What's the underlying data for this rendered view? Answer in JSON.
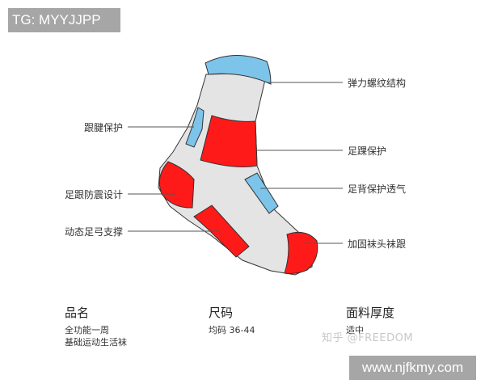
{
  "badges": {
    "top_left": "TG: MYYJJPP",
    "bottom_right": "www.njfkmy.com"
  },
  "diagram": {
    "colors": {
      "sock_body": "#e4e4e4",
      "red_zone": "#ff1a1a",
      "blue_zone": "#7cc4ea",
      "outline": "#333333",
      "leader_line": "#555555"
    },
    "labels_left": [
      {
        "text": "跟腱保护"
      },
      {
        "text": "足跟防震设计"
      },
      {
        "text": "动态足弓支撑"
      }
    ],
    "labels_right": [
      {
        "text": "弹力螺纹结构"
      },
      {
        "text": "足踝保护"
      },
      {
        "text": "足背保护透气"
      },
      {
        "text": "加固袜头袜跟"
      }
    ]
  },
  "specs": [
    {
      "title": "品名",
      "value_lines": [
        "全功能一周",
        "基础运动生活袜"
      ]
    },
    {
      "title": "尺码",
      "value_lines": [
        "均码 36-44"
      ]
    },
    {
      "title": "面料厚度",
      "value_lines": [
        "适中"
      ]
    }
  ],
  "watermark": "知乎 @FREEDOM"
}
